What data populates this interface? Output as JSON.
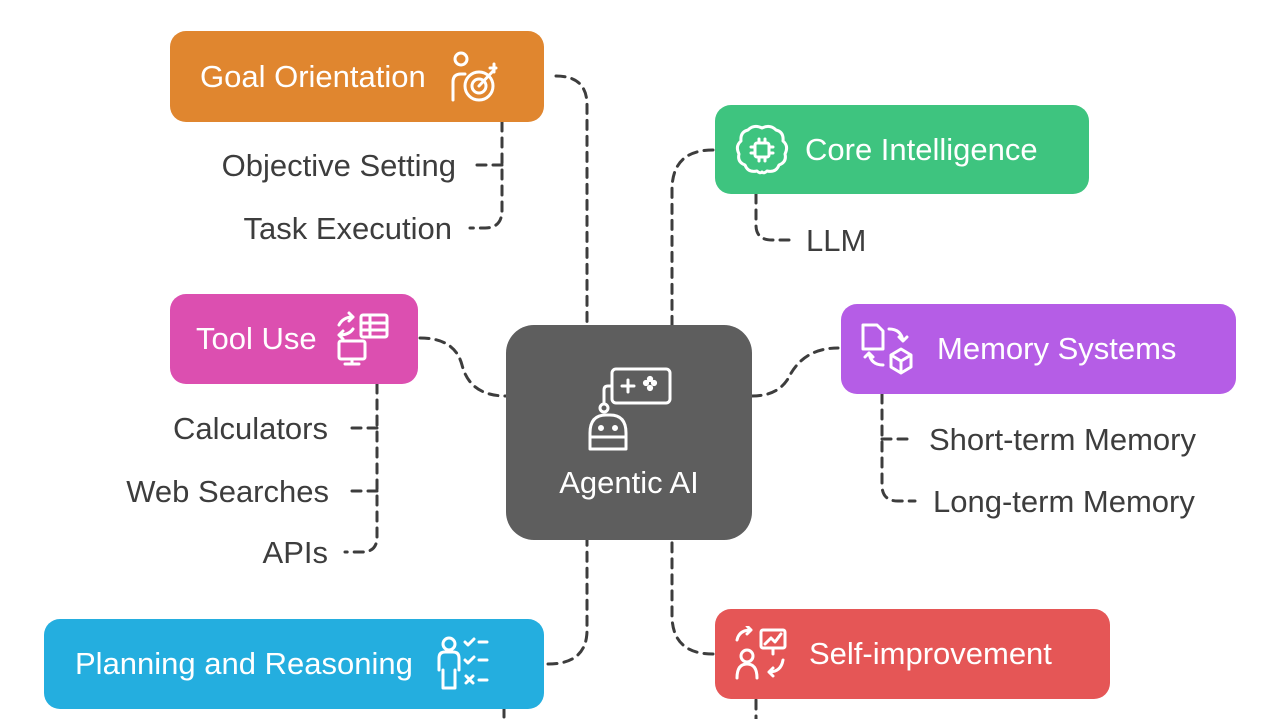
{
  "center": {
    "label": "Agentic AI",
    "icon": "robot-controller-icon",
    "color": "#5e5e5e"
  },
  "branches": {
    "goal": {
      "label": "Goal Orientation",
      "icon": "person-target-icon",
      "color": "#e0862f",
      "children": [
        "Objective Setting",
        "Task Execution"
      ]
    },
    "core": {
      "label": "Core Intelligence",
      "icon": "brain-chip-icon",
      "color": "#3ec47f",
      "children": [
        "LLM"
      ]
    },
    "tool": {
      "label": "Tool Use",
      "icon": "tools-monitor-icon",
      "color": "#dc4fb0",
      "children": [
        "Calculators",
        "Web Searches",
        "APIs"
      ]
    },
    "memory": {
      "label": "Memory Systems",
      "icon": "memory-transfer-icon",
      "color": "#b55de6",
      "children": [
        "Short-term Memory",
        "Long-term Memory"
      ]
    },
    "planning": {
      "label": "Planning and Reasoning",
      "icon": "person-checklist-icon",
      "color": "#24aedf",
      "children": []
    },
    "self": {
      "label": "Self-improvement",
      "icon": "person-chart-icon",
      "color": "#e55656",
      "children": []
    }
  }
}
